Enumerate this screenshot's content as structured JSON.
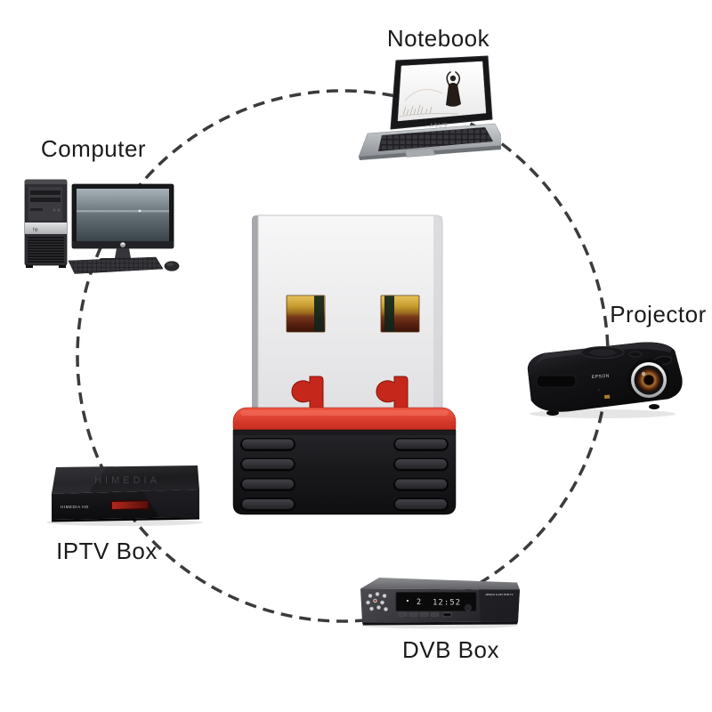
{
  "devices": {
    "notebook": {
      "label": "Notebook",
      "brand": "ASUS"
    },
    "computer": {
      "label": "Computer",
      "brand": "hp"
    },
    "projector": {
      "label": "Projector",
      "brand": "EPSON"
    },
    "iptv_box": {
      "label": "IPTV Box",
      "brand_top": "HIMEDIA",
      "brand_front": "HIMEDIA HD"
    },
    "dvb_box": {
      "label": "DVB Box",
      "display_channel": "2",
      "display_time": "12:52",
      "panel_text": "MPEG4 H.264 DVB-T2"
    }
  },
  "connection": {
    "style": "dashed-circle",
    "color": "#3b3b3b"
  },
  "adapter": {
    "accent_red": "#cc2a1e",
    "body_black": "#1c1c1f",
    "contact_gold": "#b8860f",
    "shield_silver": "#e8e8ea"
  }
}
